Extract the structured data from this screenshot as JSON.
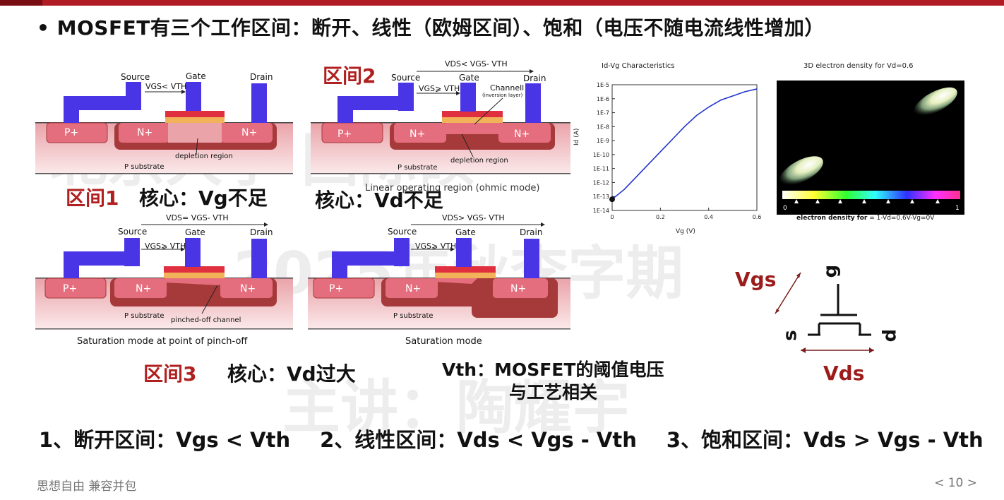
{
  "heading": "•  MOSFET有三个工作区间：断开、线性（欧姆区间）、饱和（电压不随电流线性增加）",
  "watermarks": {
    "wm1": "北京大学 国际硕",
    "wm2": "2025年秋李字期",
    "wm3": "主讲：陶耀宇"
  },
  "diagram_labels": {
    "source": "Source",
    "gate": "Gate",
    "drain": "Drain",
    "p_plus": "P+",
    "n_plus": "N+",
    "p_substrate": "P substrate",
    "depletion": "depletion region",
    "channel": "Channell",
    "inversion": "(inversion layer)",
    "pinched": "pinched-off channel",
    "vgs_lt_vth": "VGS< VTH",
    "vgs_ge_vth": "VGS⩾ VTH",
    "vds_lt": "VDS< VGS- VTH",
    "vds_eq": "VDS= VGS- VTH",
    "vds_gt": "VDS> VGS- VTH"
  },
  "captions": {
    "linear": "Linear operating region (ohmic mode)",
    "pinch": "Saturation mode at point of pinch-off",
    "saturation": "Saturation mode"
  },
  "region_labels": {
    "r1": "区间1",
    "r1_core": "核心：Vg不足",
    "r2": "区间2",
    "r2_core": "核心：Vd不足",
    "r3": "区间3",
    "r3_core": "核心：Vd过大"
  },
  "vth_note": {
    "line1": "Vth：MOSFET的阈值电压",
    "line2": "与工艺相关"
  },
  "plot": {
    "title": "Id-Vg Characteristics",
    "xlabel": "Vg (V)",
    "ylabel": "Id (A)",
    "yticks": [
      "1E-5",
      "1E-6",
      "1E-7",
      "1E-8",
      "1E-9",
      "1E-10",
      "1E-11",
      "1E-12",
      "1E-13",
      "1E-14"
    ],
    "xticks": [
      "0",
      "0.2",
      "0.4",
      "0.6"
    ]
  },
  "chart_data": {
    "type": "line",
    "title": "Id-Vg Characteristics",
    "xlabel": "Vg (V)",
    "ylabel": "Id (A)",
    "x": [
      0,
      0.05,
      0.1,
      0.15,
      0.2,
      0.25,
      0.3,
      0.35,
      0.4,
      0.45,
      0.5,
      0.55,
      0.6
    ],
    "log10_y": [
      -13.2,
      -12.5,
      -11.6,
      -10.7,
      -9.8,
      -8.9,
      -8.0,
      -7.2,
      -6.6,
      -6.1,
      -5.8,
      -5.5,
      -5.3
    ],
    "xlim": [
      0,
      0.6
    ],
    "ylim_log10": [
      -14,
      -5
    ],
    "yscale": "log",
    "color": "#2233cc"
  },
  "density": {
    "title": "3D electron density for Vd=0.6",
    "scale_min": "0",
    "scale_max": "1",
    "caption_bold": "electron density for",
    "caption_rest": " = 1-Vd=0.6V-Vg=0V"
  },
  "symbol": {
    "g": "g",
    "s": "s",
    "d": "d",
    "vgs": "Vgs",
    "vds": "Vds"
  },
  "formulas": {
    "f1": "1、断开区间：Vgs < Vth",
    "f2": "2、线性区间：Vds < Vgs - Vth",
    "f3": "3、饱和区间：Vds > Vgs - Vth"
  },
  "footer": "思想自由 兼容并包",
  "page_number": "< 10 >",
  "colors": {
    "accent": "#b01c24",
    "metal": "#4a35e6",
    "substrate": "#e8a0a6",
    "nplus": "#e56e7e",
    "well": "#a63a3a"
  }
}
